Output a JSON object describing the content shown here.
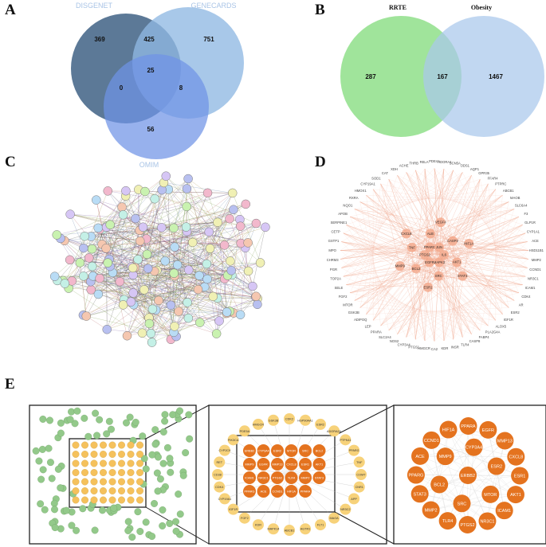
{
  "panels": {
    "A": {
      "letter": "A",
      "sets": [
        "DISGENET",
        "GENECARDS",
        "OMIM"
      ],
      "counts": {
        "disgenet_only": "369",
        "disgenet_genecards": "425",
        "genecards_only": "751",
        "all_three": "25",
        "disgenet_omim": "0",
        "genecards_omim": "8",
        "omim_only": "56"
      },
      "colors": {
        "disgenet": "#4a6a8c",
        "genecards": "#8fb8e3",
        "omim": "#6f93e6"
      }
    },
    "B": {
      "letter": "B",
      "sets": [
        "RRTE",
        "Obesity"
      ],
      "counts": {
        "rrte_only": "287",
        "overlap": "167",
        "obesity_only": "1467"
      },
      "colors": {
        "rrte": "#8fdf8a",
        "obesity": "#a9c8ec"
      }
    },
    "C": {
      "letter": "C"
    },
    "D": {
      "letter": "D",
      "center_nodes": [
        "IL6",
        "AKT1",
        "STAT3",
        "MAPK3",
        "SRC",
        "ESR1",
        "EGFR",
        "BCL2",
        "MMP9",
        "PTGS2",
        "TNF",
        "CXCL8",
        "PPARG",
        "ALB",
        "VEGFA",
        "JUN",
        "CASP3",
        "HIF1A"
      ],
      "ring_nodes": [
        "PDE4A",
        "ADORA1",
        "SCN5A",
        "ODS1",
        "AQP1",
        "GPR35",
        "FFAR4",
        "PTPRC",
        "ABCB1",
        "MAOB",
        "SLC6A4",
        "F3",
        "GLP1R",
        "CYP1A1",
        "ACE",
        "HSD11B1",
        "MMP2",
        "CCND1",
        "NR3C1",
        "ICAM1",
        "CDK4",
        "AR",
        "ESR2",
        "IGF1R",
        "ALOX5",
        "PLA2G4A",
        "FABP4",
        "CASP8",
        "TLR4",
        "INSR",
        "KDR",
        "CA2",
        "HMGCR",
        "PTGS1",
        "CYP3A4",
        "NOS2",
        "SLC2A4",
        "PPARA",
        "LEP",
        "ADIPOQ",
        "GSK3B",
        "MTOR",
        "FGF2",
        "SELE",
        "TOP2A",
        "PGR",
        "CHRM3",
        "MPO",
        "GSTP1",
        "CETP",
        "SERPINE1",
        "APOB",
        "NQO1",
        "RXRA",
        "HMOX1",
        "CYP19A1",
        "SOD1",
        "CAT",
        "XDH",
        "ACHE",
        "THRB",
        "RELA"
      ]
    },
    "E": {
      "letter": "E",
      "core_nodes": [
        "ERBB2",
        "CYP3A4",
        "ESR2",
        "MTOR",
        "SRC",
        "BCL2",
        "MMP9",
        "EGFR",
        "MMP13",
        "CXCL8",
        "ESR1",
        "AKT1",
        "ICAM1",
        "NR3C1",
        "PTGS2",
        "TLR4",
        "MMP2",
        "STAT3",
        "PPARG",
        "ACE",
        "CCND1",
        "HIF1A",
        "PPARA"
      ],
      "mid_nodes": [
        "CDK2",
        "HSP90AA1",
        "ESR2",
        "ADORA2A",
        "PTPN11",
        "PPARG",
        "TNF",
        "COMT",
        "CNR1",
        "APP",
        "NR3C2",
        "MAOA",
        "FLT1",
        "AGTR1",
        "ABCB1",
        "MAPK14",
        "KDR",
        "FGF2",
        "IGF1R",
        "CYP19A1",
        "CDK4",
        "CD38",
        "RET",
        "CYP2C9",
        "PIK3CA",
        "PDE5A",
        "HMGCR",
        "GSK3B"
      ],
      "colors": {
        "outer": "#93c98a",
        "inner": "#f5c15c",
        "core": "#e4731f",
        "mid_ring": "#f7d27a"
      }
    }
  }
}
